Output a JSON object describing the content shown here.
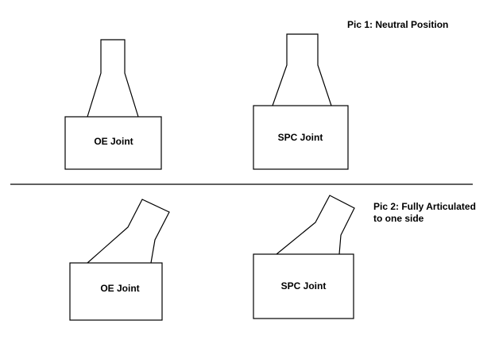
{
  "captions": {
    "pic1": "Pic 1: Neutral Position",
    "pic2_line1": "Pic 2: Fully Articulated",
    "pic2_line2": "to one side"
  },
  "joints": {
    "oe_neutral": "OE Joint",
    "spc_neutral": "SPC Joint",
    "oe_articulated": "OE Joint",
    "spc_articulated": "SPC Joint"
  }
}
